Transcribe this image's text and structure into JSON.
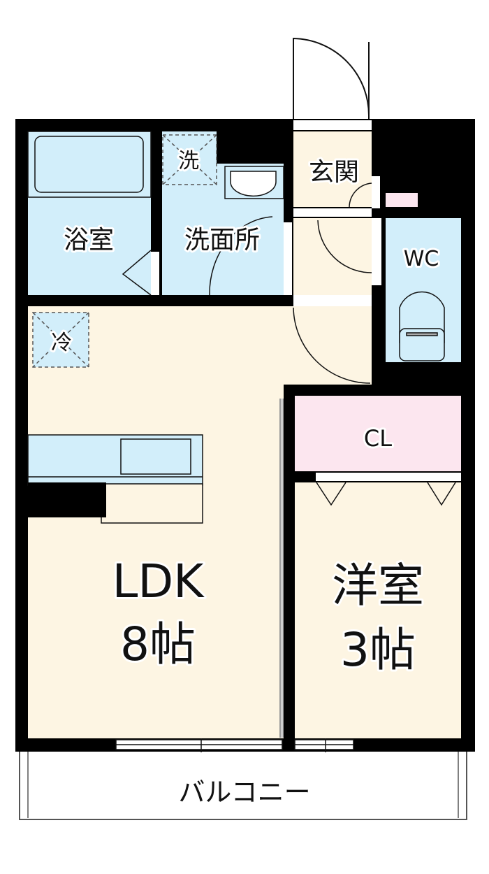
{
  "rooms": {
    "bath": "浴室",
    "washroom": "洗面所",
    "washer": "洗",
    "entrance": "玄関",
    "toilet": "WC",
    "fridge": "冷",
    "closet": "CL",
    "ldk_name": "LDK",
    "ldk_size": "8帖",
    "western_name": "洋室",
    "western_size": "3帖",
    "balcony": "バルコニー"
  },
  "colors": {
    "wall": "#000000",
    "cream": "#fdf5e3",
    "blue": "#d2eefa",
    "pink": "#fce6ef"
  }
}
